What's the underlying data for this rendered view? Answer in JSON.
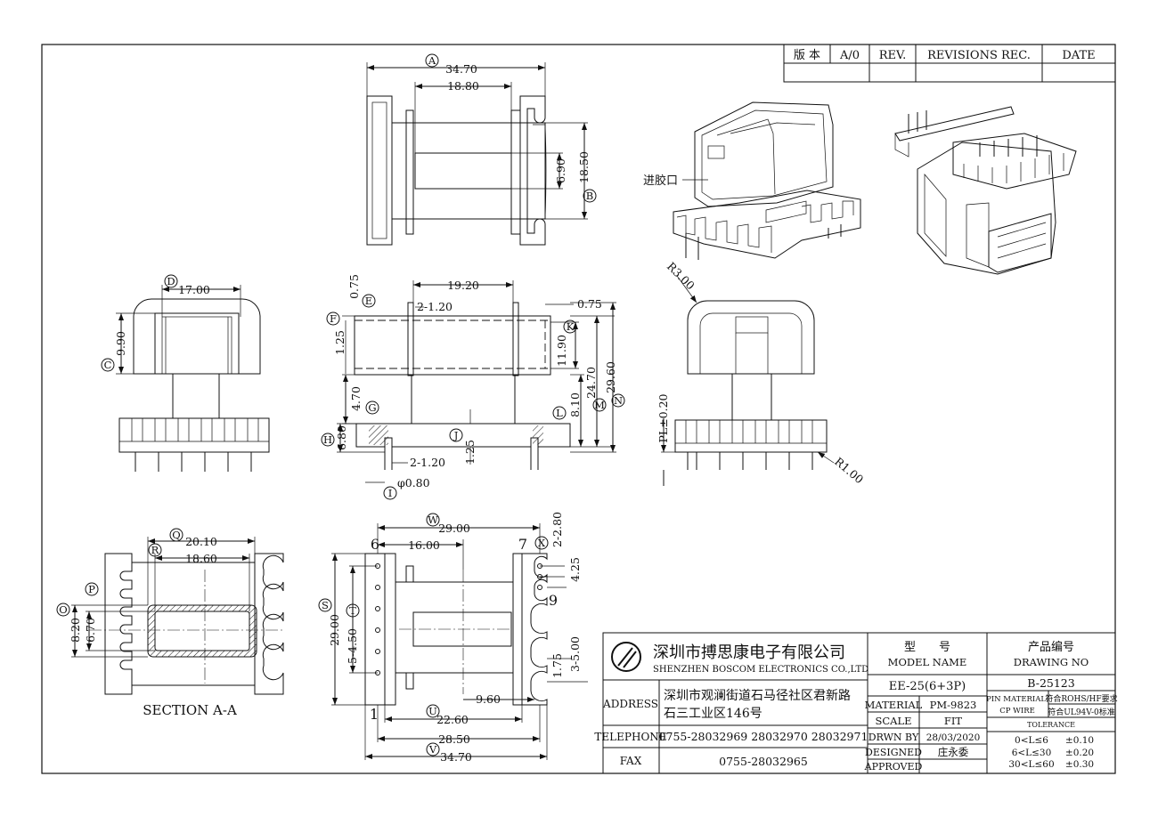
{
  "revision_block": {
    "version_label": "版 本",
    "version_value": "A/0",
    "rev_header": "REV.",
    "revisions_header": "REVISIONS REC.",
    "date_header": "DATE"
  },
  "callouts": {
    "A": "A",
    "B": "B",
    "C": "C",
    "D": "D",
    "E": "E",
    "F": "F",
    "G": "G",
    "H": "H",
    "I": "I",
    "J": "J",
    "K": "K",
    "L": "L",
    "M": "M",
    "N": "N",
    "O": "O",
    "P": "P",
    "Q": "Q",
    "R": "R",
    "S": "S",
    "T": "T",
    "U": "U",
    "V": "V",
    "W": "W",
    "X": "X"
  },
  "top_view": {
    "dim_a": "34.70",
    "dim_inner": "18.80",
    "dim_690": "6.90",
    "dim_b": "18.50"
  },
  "iso_view": {
    "gate_label": "进胶口"
  },
  "end_view": {
    "dim_d": "17.00",
    "dim_c": "9.90"
  },
  "front_view": {
    "dim_075_top": "0.75",
    "dim_1920": "19.20",
    "dim_2_120_top": "2-1.20",
    "dim_075_right": "0.75",
    "dim_125": "1.25",
    "dim_1190": "11.90",
    "dim_2470": "24.70",
    "dim_2960": "29.60",
    "dim_470": "4.70",
    "dim_680": "6.80",
    "dim_810": "8.10",
    "dim_125_bottom": "1.25",
    "dim_2_120_bottom": "2-1.20",
    "dim_phi080": "φ0.80"
  },
  "side_view": {
    "dim_r300": "R3.00",
    "dim_pl": "PL±0.20",
    "dim_r100": "R1.00"
  },
  "section_view": {
    "dim_q": "20.10",
    "dim_r": "18.60",
    "dim_820": "8.20",
    "dim_670": "6.70",
    "caption": "SECTION A-A"
  },
  "bottom_view": {
    "dim_w": "29.00",
    "dim_1600": "16.00",
    "dim_2_280": "2-2.80",
    "dim_425": "4.25",
    "dim_2900": "29.00",
    "dim_5_450": "5-4.50",
    "dim_175": "1.75",
    "dim_3_500": "3-5.00",
    "dim_960": "9.60",
    "dim_2260": "22.60",
    "dim_2850": "28.50",
    "dim_3470": "34.70",
    "pin_6": "6",
    "pin_7": "7",
    "pin_9": "9",
    "pin_1": "1"
  },
  "title_block": {
    "company_cn": "深圳市搏思康电子有限公司",
    "company_en": "SHENZHEN BOSCOM ELECTRONICS CO.,LTD",
    "address_label": "ADDRESS",
    "address_line1": "深圳市观澜街道石马径社区君新路",
    "address_line2": "石三工业区146号",
    "telephone_label": "TELEPHONE",
    "telephone_value": "0755-28032969 28032970 28032971",
    "fax_label": "FAX",
    "fax_value": "0755-28032965",
    "model_cn": "型　　号",
    "model_en": "MODEL NAME",
    "model_value": "EE-25(6+3P)",
    "drawing_cn": "产品编号",
    "drawing_en": "DRAWING NO",
    "drawing_value": "B-25123",
    "material_label": "MATERIAL",
    "material_value": "PM-9823",
    "pin_material_label": "PIN MATERIAL:",
    "pin_material_value": "CP WIRE",
    "rohs_note": "符合ROHS/HF要求",
    "ul_note": "符合UL94V-0标准",
    "scale_label": "SCALE",
    "scale_value": "FIT",
    "tolerance_label": "TOLERANCE",
    "drwn_label": "DRWN BY",
    "drwn_value": "28/03/2020",
    "designed_label": "DESIGNED",
    "designed_value": "庄永委",
    "approved_label": "APPROVED",
    "tol_rows": [
      {
        "range": "0<L≤6",
        "value": "±0.10"
      },
      {
        "range": "6<L≤30",
        "value": "±0.20"
      },
      {
        "range": "30<L≤60",
        "value": "±0.30"
      }
    ]
  }
}
